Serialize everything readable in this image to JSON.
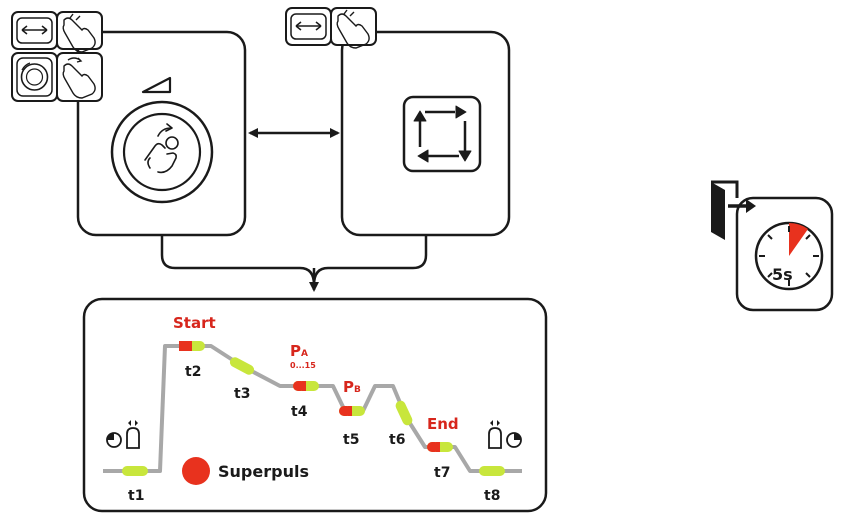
{
  "colors": {
    "outline": "#1a1a1a",
    "process_line": "#a8a8a8",
    "red_accent": "#e8321e",
    "green_accent": "#c8e63c",
    "text_red": "#d7261c",
    "text_dark": "#1a1a1a"
  },
  "icons": {
    "left_panel_top": [
      "horizontal-arrows-icon",
      "hand-press-icon"
    ],
    "left_panel_second": [
      "rotary-knob-icon",
      "hand-rotate-icon"
    ],
    "left_panel_main": [
      "slope-indicator-icon",
      "rotary-push-knob-icon"
    ],
    "bidirectional_arrow": "double-arrow-icon",
    "right_panel_top": [
      "horizontal-arrows-icon",
      "hand-press-icon"
    ],
    "right_panel_main": "cycle-arrows-icon",
    "exit_timer": [
      "exit-door-icon",
      "stopwatch-icon"
    ],
    "gas_preflow": "gas-preflow-icon",
    "gas_postflow": "gas-postflow-icon"
  },
  "timer_label": "5s",
  "sequence": {
    "steps": [
      {
        "id": "t1",
        "label": "t1"
      },
      {
        "id": "t2",
        "label": "t2"
      },
      {
        "id": "t3",
        "label": "t3"
      },
      {
        "id": "t4",
        "label": "t4"
      },
      {
        "id": "t5",
        "label": "t5"
      },
      {
        "id": "t6",
        "label": "t6"
      },
      {
        "id": "t7",
        "label": "t7"
      },
      {
        "id": "t8",
        "label": "t8"
      }
    ],
    "phase_labels": {
      "start": "Start",
      "pa_main": "P",
      "pa_sub": "A",
      "pa_range": "0...15",
      "pb_main": "P",
      "pb_sub": "B",
      "end": "End"
    },
    "legend_label": "Superpuls"
  }
}
